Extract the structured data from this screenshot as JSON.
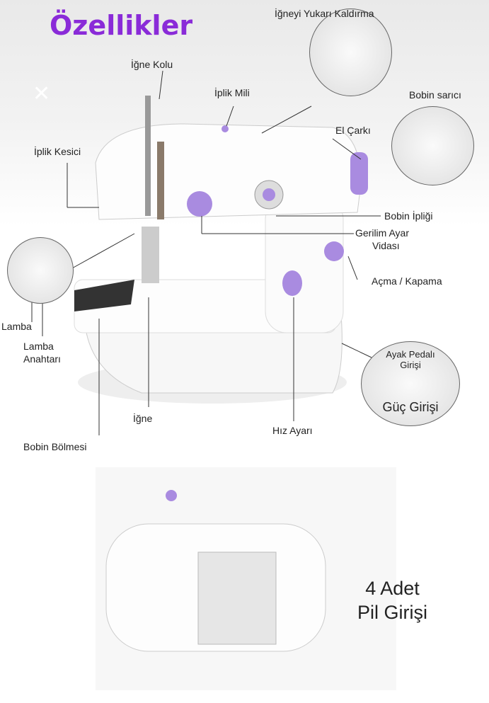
{
  "title": "Özellikler",
  "close_icon": "close-icon",
  "accent_color": "#8a2bd8",
  "labels": {
    "igneyi_yukari": "İğneyi Yukarı Kaldırma",
    "igne_kolu": "İğne Kolu",
    "iplik_mili": "İplik Mili",
    "bobin_sarici": "Bobin sarıcı",
    "el_carki": "El Çarkı",
    "iplik_kesici": "İplik Kesici",
    "bobin_ipligi": "Bobin İpliği",
    "gerilim_1": "Gerilim Ayar",
    "gerilim_2": "Vidası",
    "acma_kapama": "Açma / Kapama",
    "lamba": "Lamba",
    "lamba_anahtari_1": "Lamba",
    "lamba_anahtari_2": "Anahtarı",
    "ayak_pedali_1": "Ayak Pedalı",
    "ayak_pedali_2": "Girişi",
    "guc_girisi": "Güç Girişi",
    "igne": "İğne",
    "hiz_ayari": "Hız Ayarı",
    "bobin_bolmesi": "Bobin Bölmesi",
    "pil_1": "4 Adet",
    "pil_2": "Pil Girişi"
  }
}
